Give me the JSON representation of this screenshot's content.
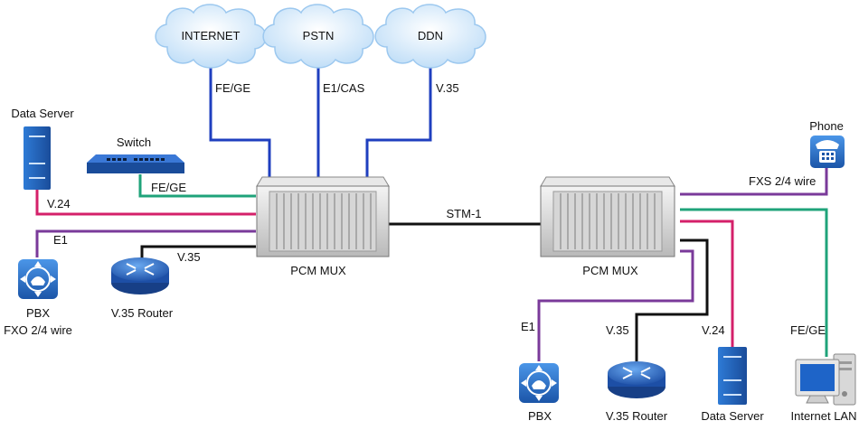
{
  "clouds": {
    "internet": "INTERNET",
    "pstn": "PSTN",
    "ddn": "DDN"
  },
  "link_labels": {
    "fe_ge_internet": "FE/GE",
    "e1_cas": "E1/CAS",
    "v35_ddn": "V.35",
    "fe_ge_switch": "FE/GE",
    "v24_left": "V.24",
    "e1_left": "E1",
    "v35_left": "V.35",
    "stm1": "STM-1",
    "fxs": "FXS 2/4 wire",
    "e1_right": "E1",
    "v35_right": "V.35",
    "v24_right": "V.24",
    "fe_ge_right": "FE/GE"
  },
  "devices": {
    "data_server_left": "Data Server",
    "switch": "Switch",
    "pbx_left": "PBX",
    "fxo": "FXO 2/4 wire",
    "router_left": "V.35 Router",
    "pcm_left": "PCM MUX",
    "pcm_right": "PCM MUX",
    "phone": "Phone",
    "pbx_right": "PBX",
    "router_right": "V.35 Router",
    "data_server_right": "Data Server",
    "internet_lan": "Internet LAN"
  },
  "colors": {
    "blue_link": "#1f3fbf",
    "green_link": "#1fa37a",
    "pink_link": "#d4206a",
    "purple_link": "#7a3a9a",
    "black_link": "#111111",
    "cloud_fill": "#cfe6fb",
    "device_blue": "#1e5aa8"
  }
}
